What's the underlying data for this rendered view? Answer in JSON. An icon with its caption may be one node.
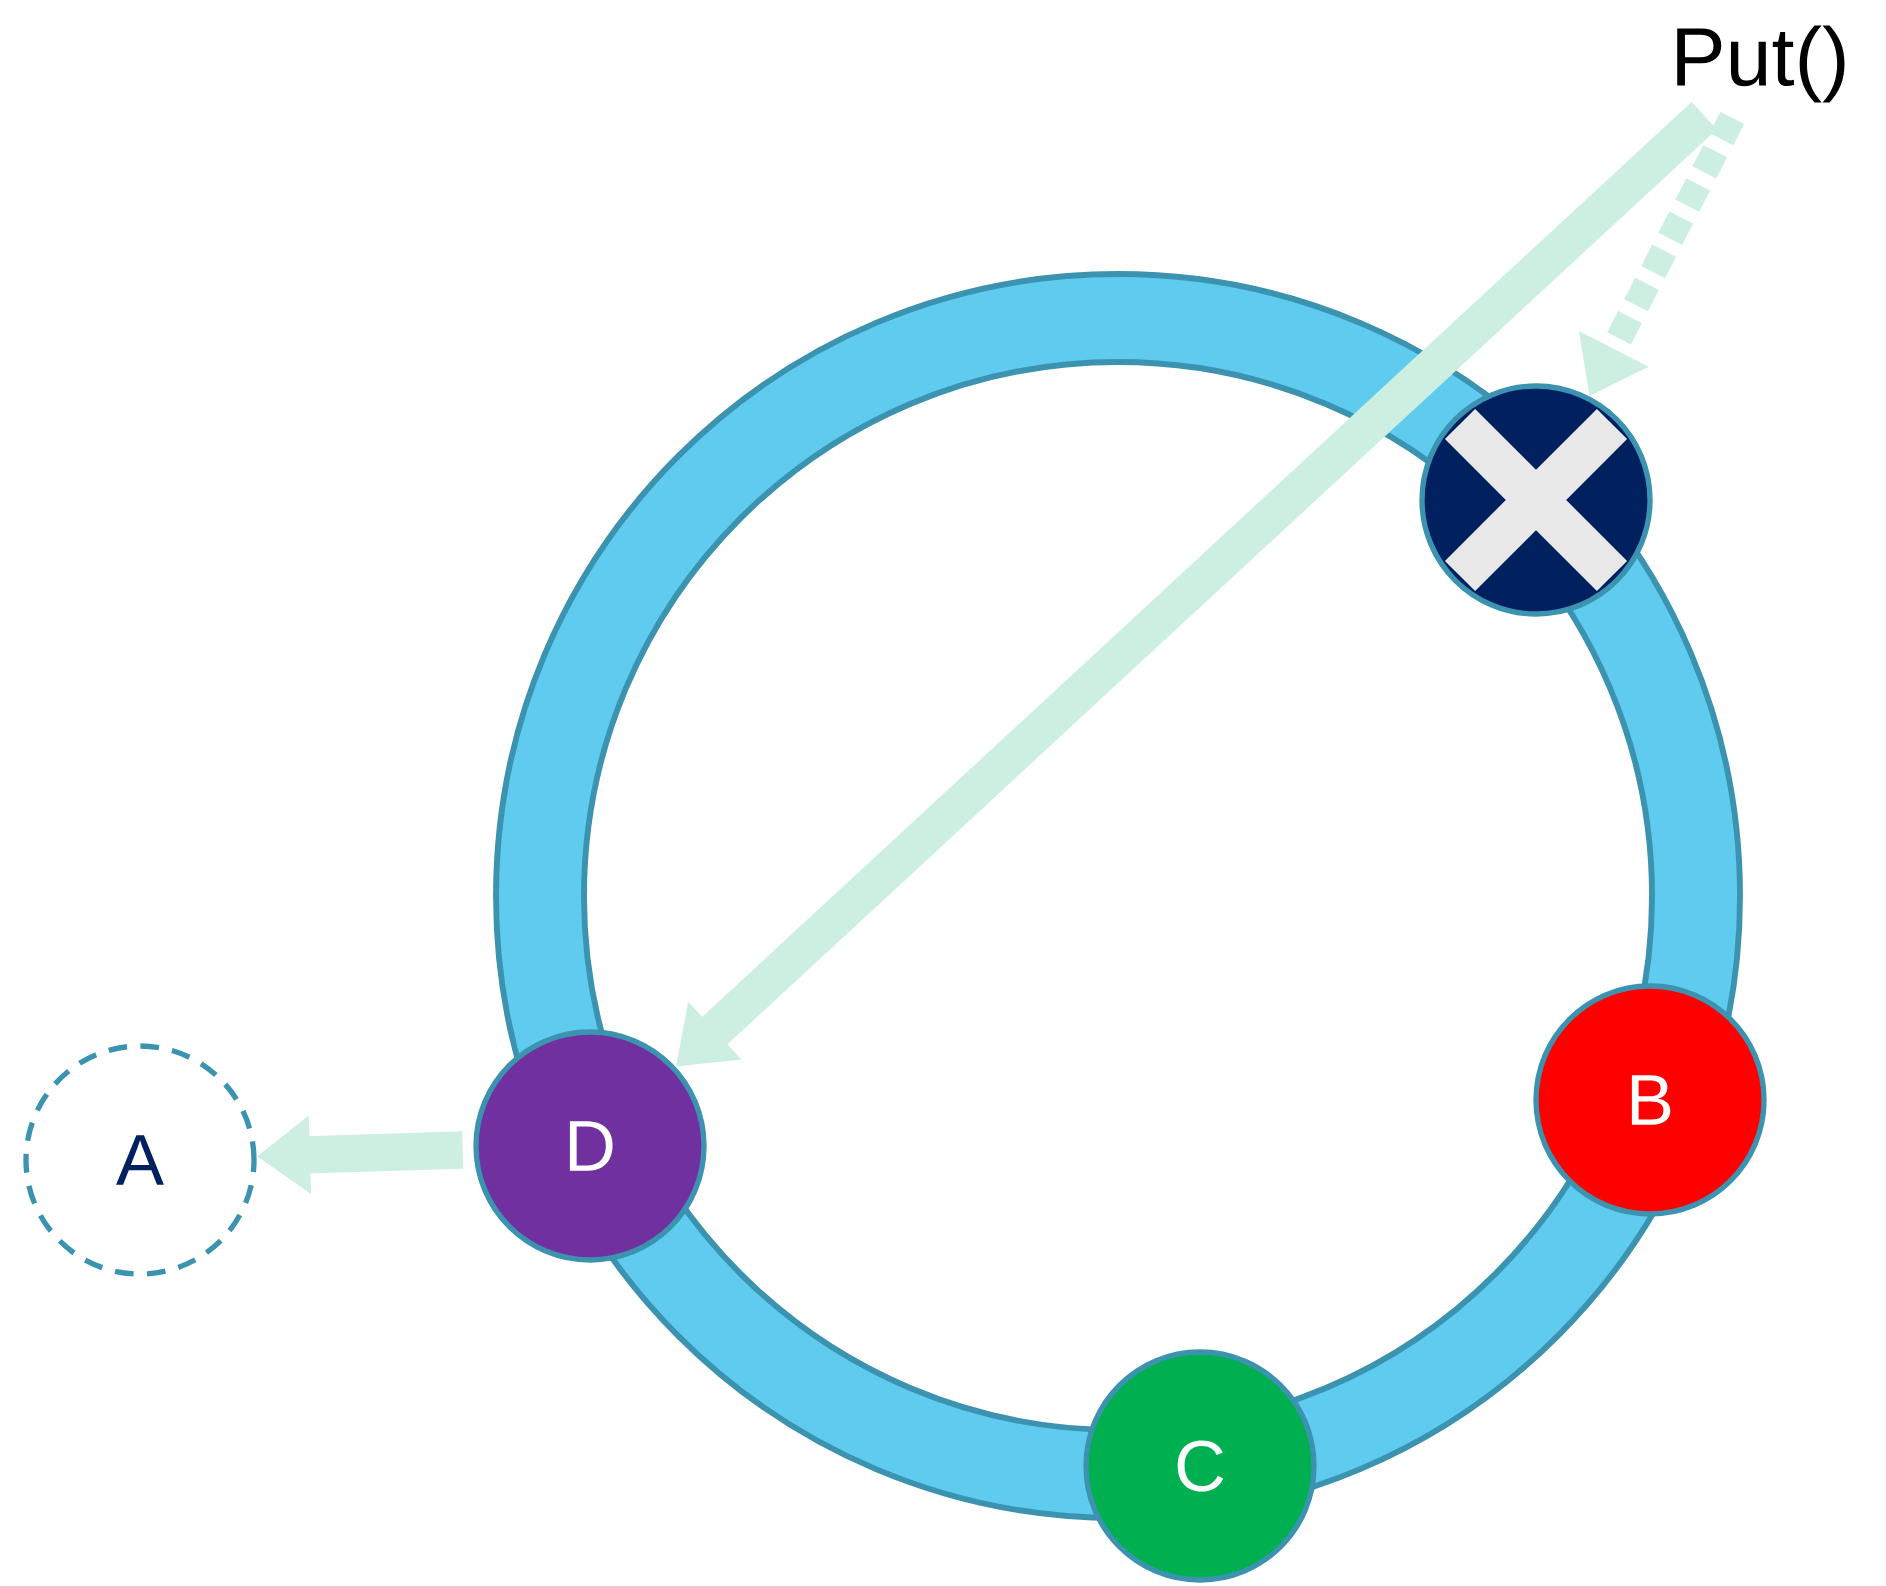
{
  "diagram": {
    "nodes": [
      {
        "text": [
          "Put()"
        ]
      },
      {
        "text": [],
        "shape": "circle"
      },
      {
        "text": [
          "B"
        ]
      },
      {
        "text": [
          "C"
        ]
      },
      {
        "text": [
          "D"
        ]
      },
      {
        "text": [
          "A"
        ]
      }
    ],
    "edges": [
      {
        "from": 0,
        "to": 4,
        "arrow": "to"
      },
      {
        "from": 0,
        "to": 1,
        "arrow": "to",
        "style": "dashed"
      },
      {
        "from": 4,
        "to": 5,
        "arrow": "to"
      }
    ]
  }
}
